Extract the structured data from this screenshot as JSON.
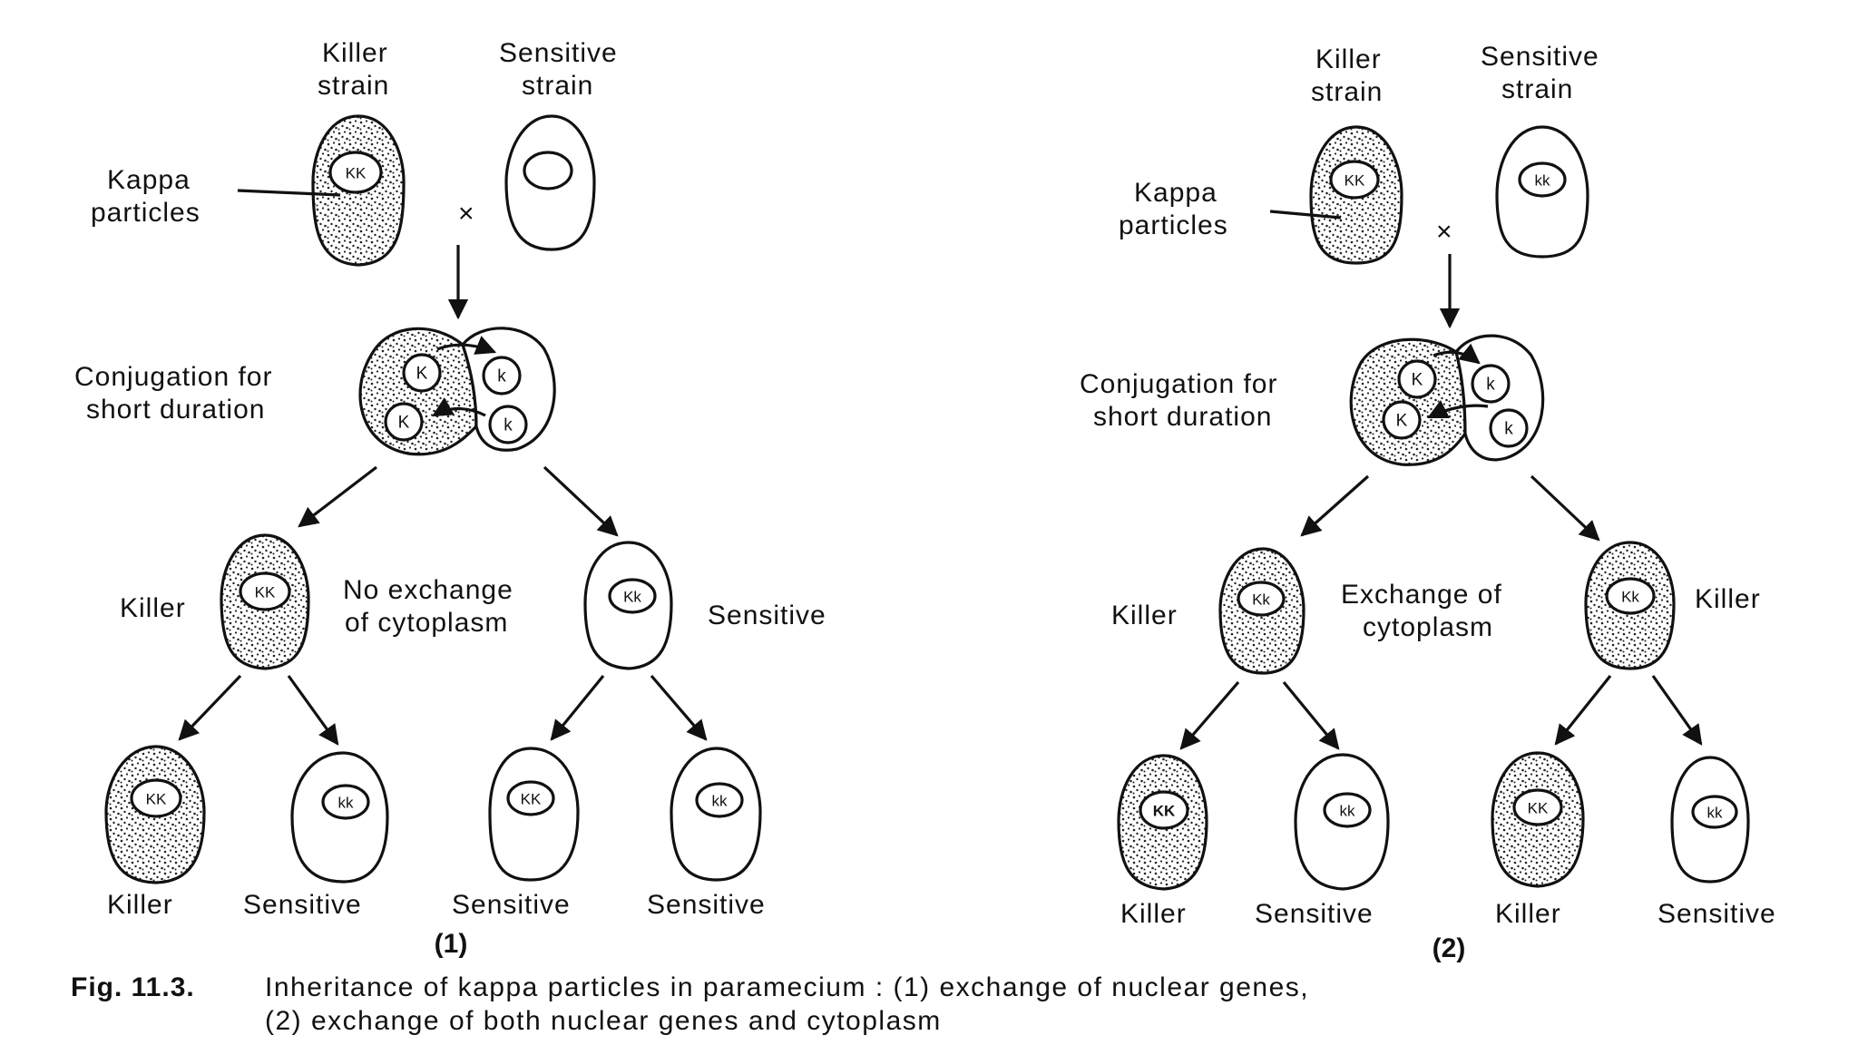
{
  "panel1": {
    "killer_strain": [
      "Killer",
      "strain"
    ],
    "sensitive_strain": [
      "Sensitive",
      "strain"
    ],
    "kappa_particles": [
      "Kappa",
      "particles"
    ],
    "cross": "×",
    "conjugation": [
      "Conjugation  for",
      "short duration"
    ],
    "conj_nuclei": [
      "K",
      "k",
      "K",
      "k"
    ],
    "middle_note": [
      "No  exchange",
      "of cytoplasm"
    ],
    "gen1_left_label": "Killer",
    "gen1_right_label": "Sensitive",
    "gen1_left_nucleus": "KK",
    "gen1_right_nucleus": "Kk",
    "parent_killer_nucleus": "KK",
    "bottom_labels": [
      "Killer",
      "Sensitive",
      "Sensitive",
      "Sensitive"
    ],
    "bottom_nuclei": [
      "KK",
      "kk",
      "KK",
      "kk"
    ],
    "number": "(1)"
  },
  "panel2": {
    "killer_strain": [
      "Killer",
      "strain"
    ],
    "sensitive_strain": [
      "Sensitive",
      "strain"
    ],
    "kappa_particles": [
      "Kappa",
      "particles"
    ],
    "cross": "×",
    "parent_killer_nucleus": "KK",
    "parent_sensitive_nucleus": "kk",
    "conjugation": [
      "Conjugation  for",
      "short duration"
    ],
    "conj_nuclei": [
      "K",
      "k",
      "K",
      "k"
    ],
    "middle_note": [
      "Exchange  of",
      "cytoplasm"
    ],
    "gen1_left_label": "Killer",
    "gen1_right_label": "Killer",
    "gen1_left_nucleus": "Kk",
    "gen1_right_nucleus": "Kk",
    "bottom_labels": [
      "Killer",
      "Sensitive",
      "Killer",
      "Sensitive"
    ],
    "bottom_nuclei": [
      "KK",
      "kk",
      "KK",
      "kk"
    ],
    "number": "(2)"
  },
  "caption": {
    "label": "Fig.  11.3.",
    "line1": "Inheritance  of  kappa  particles  in  paramecium  :  (1)  exchange  of  nuclear  genes,",
    "line2": "(2)  exchange  of  both  nuclear  genes  and  cytoplasm"
  }
}
